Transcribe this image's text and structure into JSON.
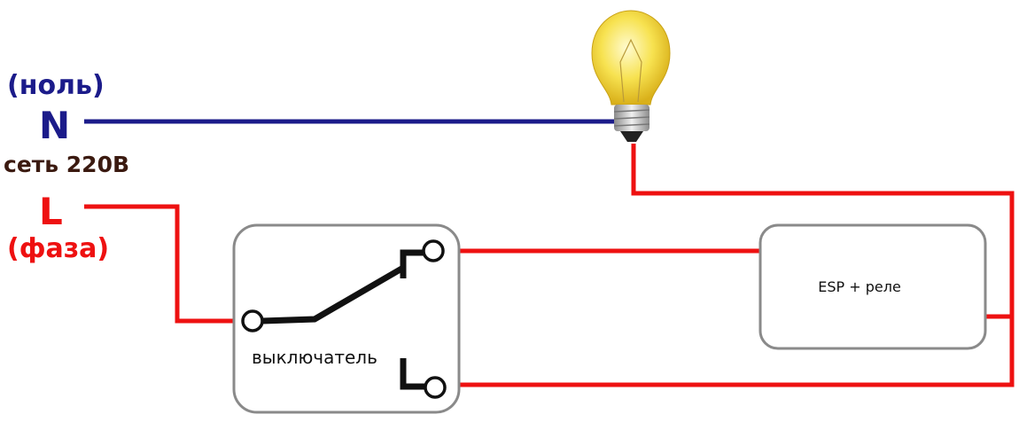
{
  "labels": {
    "neutral_caption": "(ноль)",
    "neutral_letter": "N",
    "network": "сеть 220В",
    "phase_letter": "L",
    "phase_caption": "(фаза)",
    "switch": "выключатель",
    "esp": "ESP + реле"
  },
  "colors": {
    "neutral_wire": "#1b1b8a",
    "phase_wire": "#ee1111",
    "box_border": "#8a8a8a",
    "network_text": "#3b1a10"
  }
}
